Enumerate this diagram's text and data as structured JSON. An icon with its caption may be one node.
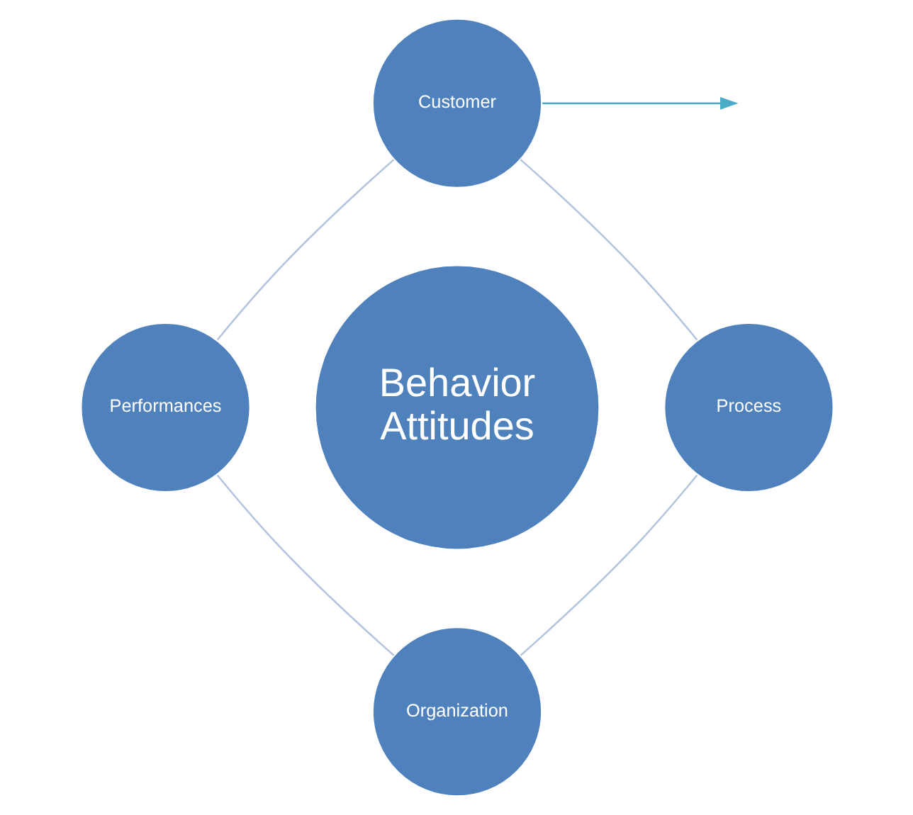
{
  "diagram": {
    "nodes": [
      {
        "text": [
          "Customer"
        ]
      },
      {
        "text": [
          "Process"
        ]
      },
      {
        "text": [
          "Organization"
        ]
      },
      {
        "text": [
          "Performances"
        ]
      },
      {
        "text": [
          "Behavior Attitudes"
        ]
      }
    ],
    "edges": [
      {
        "from": 0,
        "to": 1,
        "arrow": "none"
      },
      {
        "from": 1,
        "to": 2,
        "arrow": "none"
      },
      {
        "from": 2,
        "to": 3,
        "arrow": "none"
      },
      {
        "from": 3,
        "to": 0,
        "arrow": "none"
      },
      {
        "from": 0,
        "to": null,
        "arrow": "to",
        "color": "#4bacc6"
      }
    ]
  }
}
